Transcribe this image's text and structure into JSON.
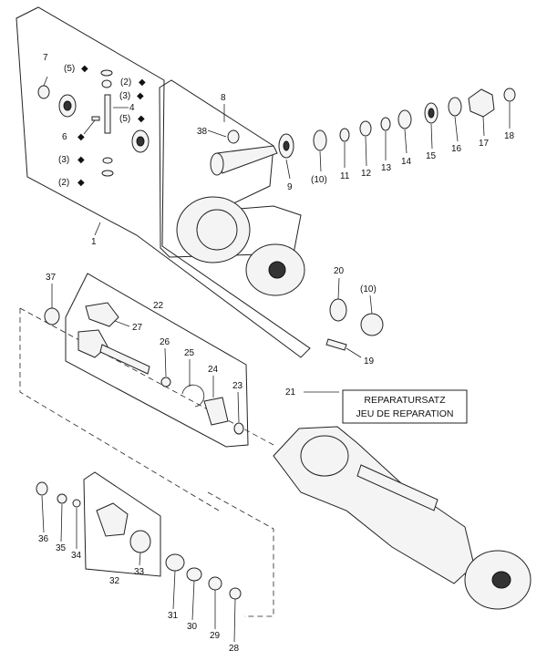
{
  "callouts": {
    "c1": "1",
    "c4": "4",
    "c5a": "(5)",
    "c5b": "(5)",
    "c6": "6",
    "c7": "7",
    "c3a": "(3)",
    "c3b": "(3)",
    "c2a": "(2)",
    "c2b": "(2)",
    "c8": "8",
    "c9": "9",
    "c10a": "(10)",
    "c10b": "(10)",
    "c11": "11",
    "c12": "12",
    "c13": "13",
    "c14": "14",
    "c15": "15",
    "c16": "16",
    "c17": "17",
    "c18": "18",
    "c19": "19",
    "c20": "20",
    "c21": "21",
    "c22": "22",
    "c23": "23",
    "c24": "24",
    "c25": "25",
    "c26": "26",
    "c27": "27",
    "c28": "28",
    "c29": "29",
    "c30": "30",
    "c31": "31",
    "c32": "32",
    "c33": "33",
    "c34": "34",
    "c35": "35",
    "c36": "36",
    "c37": "37",
    "c38": "38"
  },
  "repair_kit": {
    "line1": "REPARATURSATZ",
    "line2": "JEU DE REPARATION"
  },
  "marker_glyph": "◆"
}
